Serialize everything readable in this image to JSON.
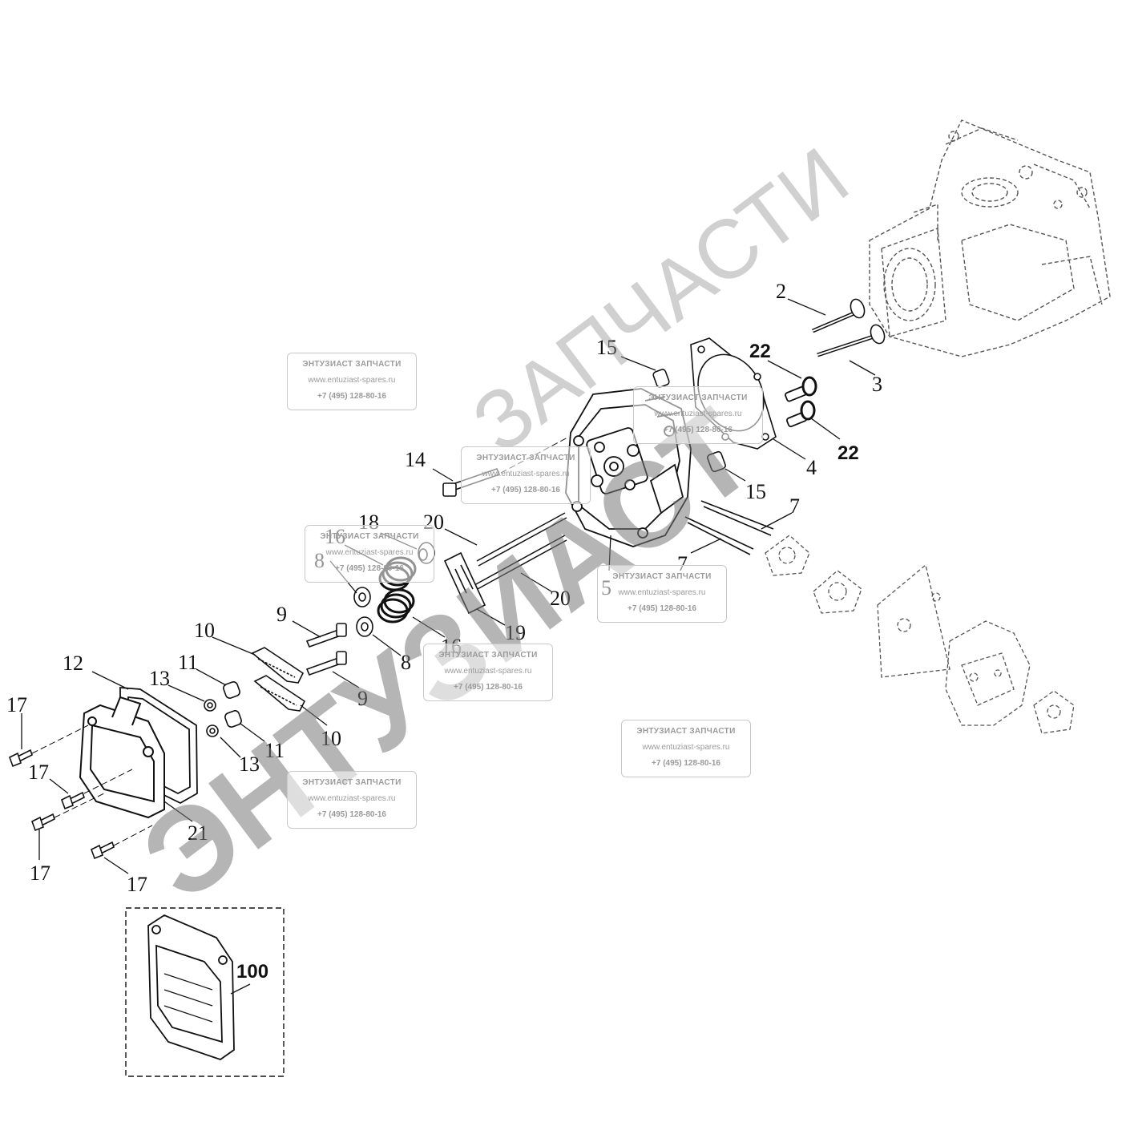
{
  "diagram": {
    "callouts": [
      "2",
      "3",
      "4",
      "5",
      "7",
      "7",
      "8",
      "8",
      "9",
      "9",
      "10",
      "10",
      "11",
      "11",
      "12",
      "13",
      "13",
      "14",
      "15",
      "15",
      "16",
      "16",
      "17",
      "17",
      "17",
      "17",
      "18",
      "19",
      "20",
      "20",
      "21",
      "22",
      "22",
      "100"
    ]
  },
  "labels": {
    "c2": "2",
    "c3": "3",
    "c4": "4",
    "c5": "5",
    "c7a": "7",
    "c7b": "7",
    "c8a": "8",
    "c8b": "8",
    "c9a": "9",
    "c9b": "9",
    "c10a": "10",
    "c10b": "10",
    "c11a": "11",
    "c11b": "11",
    "c12": "12",
    "c13a": "13",
    "c13b": "13",
    "c14": "14",
    "c15a": "15",
    "c15b": "15",
    "c16a": "16",
    "c16b": "16",
    "c17a": "17",
    "c17b": "17",
    "c17c": "17",
    "c17d": "17",
    "c18": "18",
    "c19": "19",
    "c20a": "20",
    "c20b": "20",
    "c21": "21",
    "c22a": "22",
    "c22b": "22",
    "c100": "100"
  },
  "watermark": {
    "line1": "ЗАПЧАСТИ",
    "line2": "ЭНТУЗИАСТ",
    "stamp": {
      "title": "ЭНТУЗИАСТ ЗАПЧАСТИ",
      "site": "www.entuziast-spares.ru",
      "phone": "+7 (495) 128-80-16"
    }
  }
}
